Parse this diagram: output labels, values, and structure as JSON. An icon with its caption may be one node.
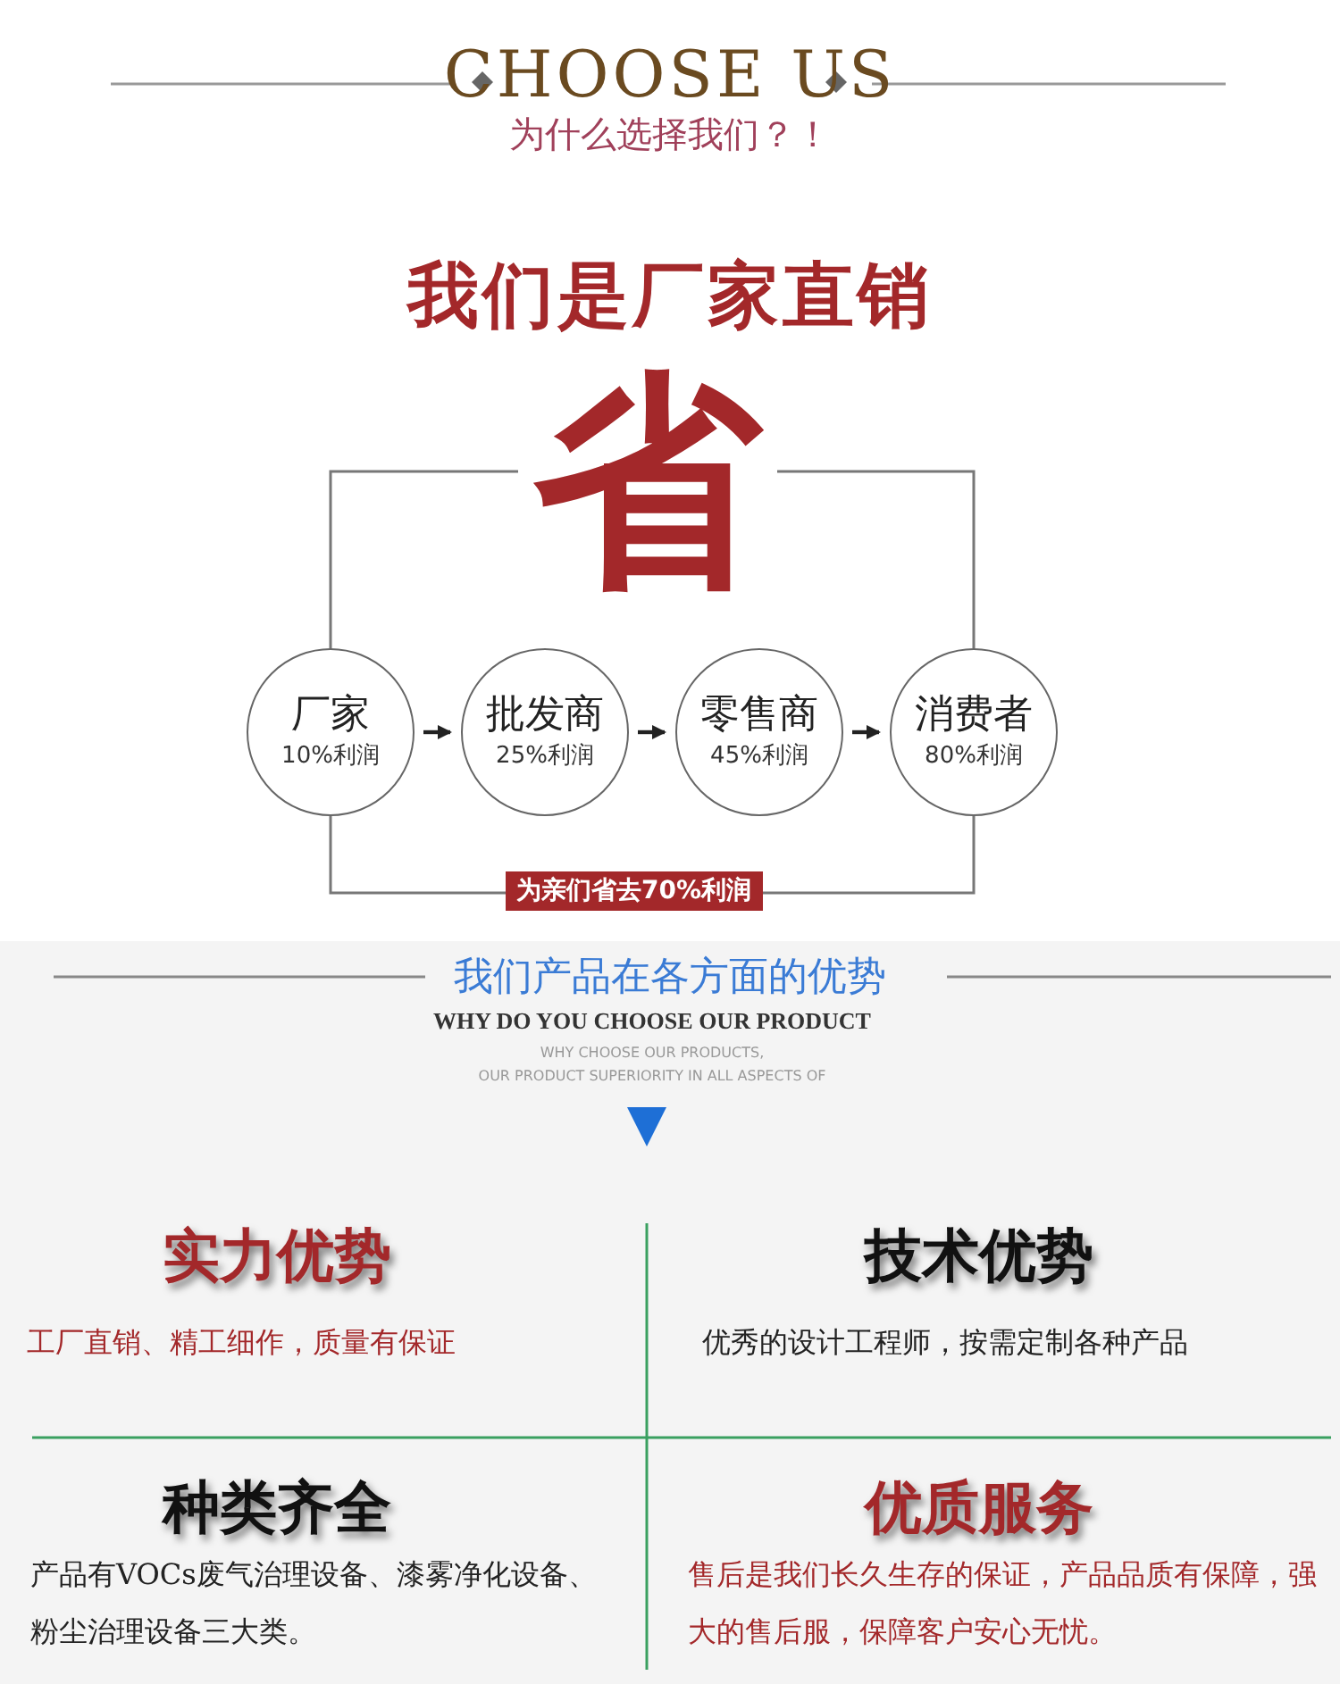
{
  "diagram": {
    "nodes": [
      {
        "text": [
          "厂家",
          "10%利润"
        ]
      },
      {
        "text": [
          "批发商",
          "25%利润"
        ]
      },
      {
        "text": [
          "零售商",
          "45%利润"
        ]
      },
      {
        "text": [
          "消费者",
          "80%利润"
        ]
      }
    ],
    "edges": [
      {
        "from": 0,
        "to": 1,
        "arrow": "to"
      },
      {
        "from": 1,
        "to": 2,
        "arrow": "to"
      },
      {
        "from": 2,
        "to": 3,
        "arrow": "to"
      },
      {
        "from": 0,
        "to": 3,
        "arrow": "none",
        "label": "省"
      },
      {
        "from": 0,
        "to": 3,
        "arrow": "none",
        "label": "为亲们省去70%利润"
      }
    ],
    "labels": [
      "CHOOSE US",
      "为什么选择我们？！",
      "我们是厂家直销",
      "我们产品在各方面的优势",
      "WHY DO YOU CHOOSE OUR PRODUCT",
      "WHY CHOOSE OUR PRODUCTS,",
      "OUR PRODUCT SUPERIORITY IN ALL ASPECTS OF",
      "实力优势",
      "技术优势",
      "工厂直销、精工细作，质量有保证",
      "优秀的设计工程师，按需定制各种产品",
      "种类齐全",
      "优质服务",
      "产品有VOCs废气治理设备、漆雾净化设备、粉尘治理设备三大类。",
      "售后是我们长久生存的保证，产品品质有保障，强大的售后服，保障客户安心无忧。"
    ]
  }
}
